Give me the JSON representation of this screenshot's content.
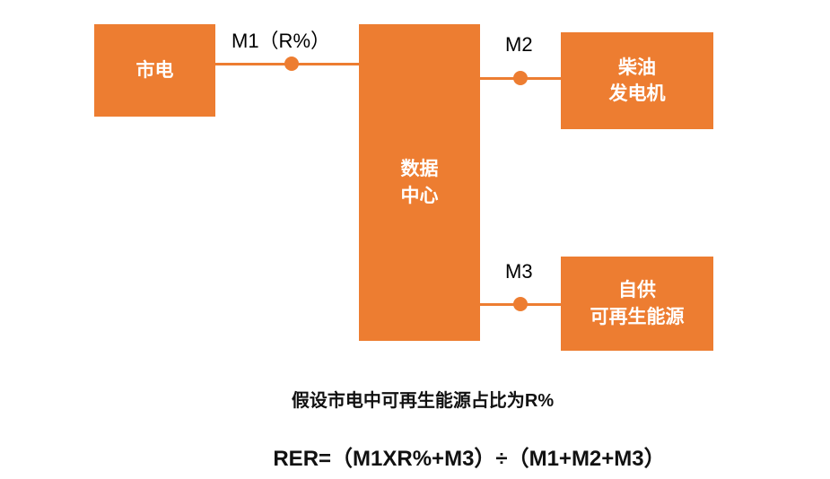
{
  "colors": {
    "accent": "#ED7D31",
    "caption_text": "#111111",
    "meter_text": "#000000",
    "node_text": "#FFFFFF",
    "background": "#FFFFFF"
  },
  "nodes": {
    "mains": {
      "label": "市电"
    },
    "datacenter": {
      "line1": "数据",
      "line2": "中心"
    },
    "diesel": {
      "line1": "柴油",
      "line2": "发电机"
    },
    "renewable": {
      "line1": "自供",
      "line2": "可再生能源"
    }
  },
  "meters": {
    "m1_label": "M1（R%）",
    "m2_label": "M2",
    "m3_label": "M3"
  },
  "captions": {
    "assumption": "假设市电中可再生能源占比为R%",
    "formula": "RER=（M1XR%+M3）÷（M1+M2+M3）"
  }
}
